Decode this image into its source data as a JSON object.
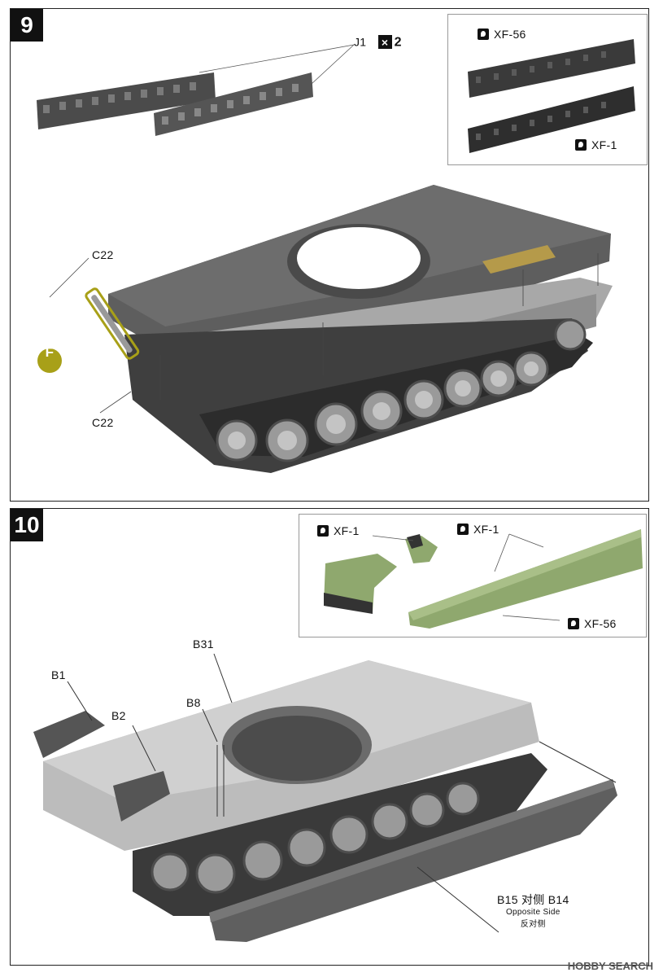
{
  "step9": {
    "number": "9",
    "part_j1": "J1",
    "j1_qty": "2",
    "paint_a": "XF-56",
    "paint_b": "XF-1",
    "part_c22_top": "C22",
    "part_c22_bottom": "C22",
    "sub_assembly": "F"
  },
  "step10": {
    "number": "10",
    "paint_inset_1": "XF-1",
    "paint_inset_2": "XF-1",
    "paint_inset_3": "XF-56",
    "part_b1": "B1",
    "part_b2": "B2",
    "part_b8": "B8",
    "part_b31": "B31",
    "side_part": "B15 对侧 B14",
    "opposite_en": "Opposite Side",
    "opposite_cn": "反对侧"
  },
  "watermark": "HOBBY SEARCH",
  "colors": {
    "hull_dark": "#5a5a5a",
    "hull_light": "#bdbdbd",
    "olive": "#8fa86e",
    "marker_yellow": "#a8a018"
  }
}
